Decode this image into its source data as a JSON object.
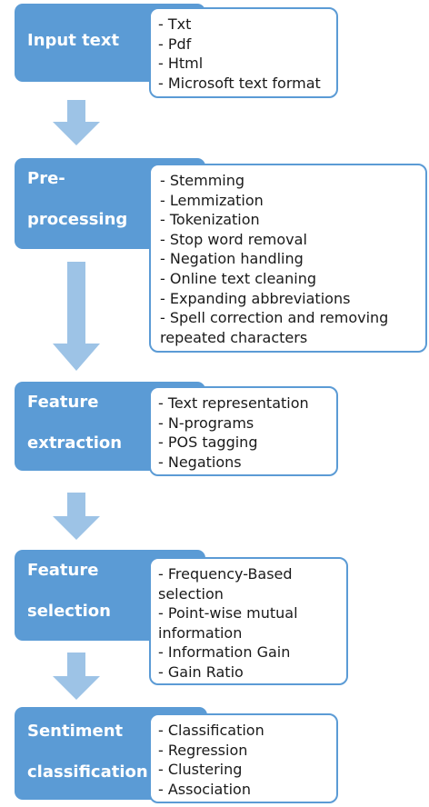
{
  "stages": [
    {
      "lines": [
        "Input text"
      ],
      "items": [
        "- Txt",
        "- Pdf",
        "- Html",
        "- Microsoft text format"
      ]
    },
    {
      "lines": [
        "Pre-",
        "processing"
      ],
      "items": [
        "- Stemming",
        "- Lemmization",
        "- Tokenization",
        "- Stop word removal",
        "- Negation handling",
        "- Online text cleaning",
        "- Expanding abbreviations",
        "- Spell correction and removing repeated characters"
      ]
    },
    {
      "lines": [
        "Feature",
        "extraction"
      ],
      "items": [
        "- Text representation",
        "- N-programs",
        "- POS tagging",
        "- Negations"
      ]
    },
    {
      "lines": [
        "Feature",
        "selection"
      ],
      "items": [
        "- Frequency-Based selection",
        "- Point-wise mutual information",
        "- Information Gain",
        "- Gain Ratio"
      ]
    },
    {
      "lines": [
        "Sentiment",
        "classification"
      ],
      "items": [
        "- Classification",
        "- Regression",
        "- Clustering",
        "- Association"
      ]
    }
  ],
  "colors": {
    "stage_fill": "#5b9bd5",
    "arrow_fill": "#9dc3e6",
    "box_border": "#5b9bd5"
  }
}
